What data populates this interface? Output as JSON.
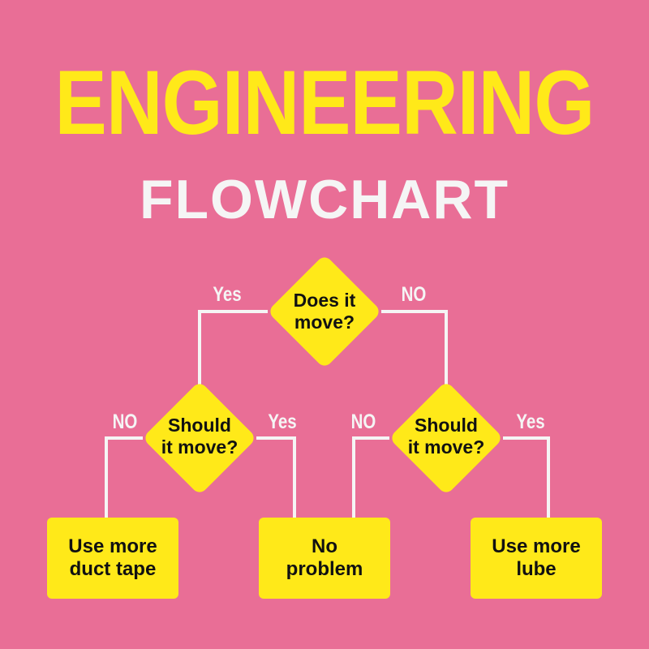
{
  "title": {
    "main": "ENGINEERING",
    "sub": "FLOWCHART"
  },
  "colors": {
    "background": "#E96E96",
    "accent": "#FFE919",
    "text_light": "#F5F5F5",
    "text_dark": "#111111"
  },
  "decisions": {
    "top": {
      "line1": "Does it",
      "line2": "move?"
    },
    "left": {
      "line1": "Should",
      "line2": "it move?"
    },
    "right": {
      "line1": "Should",
      "line2": "it move?"
    }
  },
  "branches": {
    "top_left": "Yes",
    "top_right": "NO",
    "left_left": "NO",
    "left_right": "Yes",
    "right_left": "NO",
    "right_right": "Yes"
  },
  "outcomes": {
    "duct_tape": {
      "line1": "Use more",
      "line2": "duct tape"
    },
    "no_problem": {
      "line1": "No",
      "line2": "problem"
    },
    "lube": {
      "line1": "Use more",
      "line2": "lube"
    }
  }
}
